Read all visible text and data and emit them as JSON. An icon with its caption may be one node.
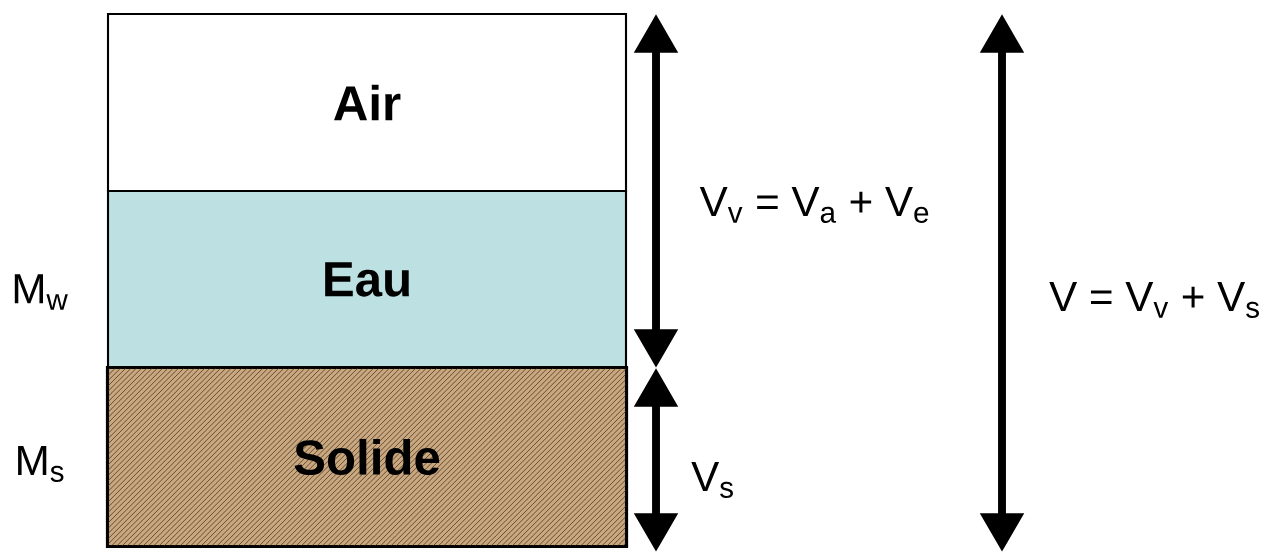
{
  "diagram": {
    "nodes": [
      {
        "text": [
          "Air"
        ]
      },
      {
        "text": [
          "Eau"
        ]
      },
      {
        "text": [
          "Solide"
        ]
      }
    ],
    "labels": [
      "M$_{w}$",
      "M$_{s}$",
      "V$_{v}$ = V$_{a}$ + V$_{e}$",
      "V$_{s}$",
      "V = V$_{v}$ + V$_{s}$"
    ]
  }
}
